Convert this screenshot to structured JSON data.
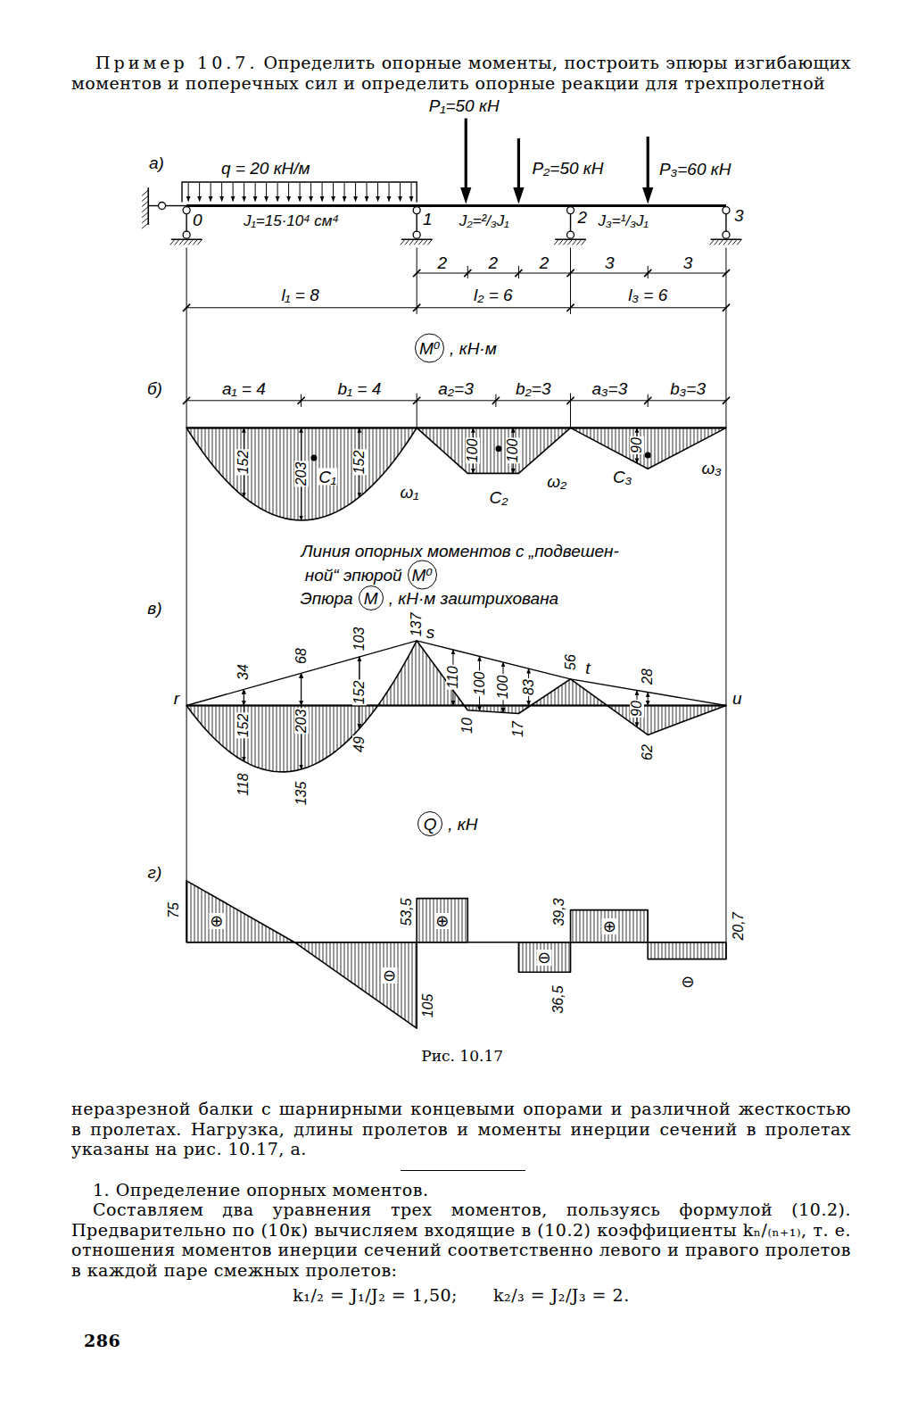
{
  "diagram": {
    "caption": "Рис. 10.17",
    "nodes": [
      {
        "text": [
          "M⁰"
        ]
      },
      {
        "text": [
          "M⁰"
        ]
      },
      {
        "text": [
          "M"
        ]
      },
      {
        "text": [
          "Q"
        ]
      }
    ],
    "labels": [
      "Пример 10.7.",
      "Определить опорные моменты, построить эпюры изгибающих моментов и поперечных сил и определить опорные реакции для трехпролетной",
      "а)",
      "P₁=50 кН",
      "q = 20 кН/м",
      "P₂=50 кН",
      "P₃=60 кН",
      "0",
      "J₁=15·10⁴ см⁴",
      "1",
      "J₂=²/₃J₁",
      "2",
      "J₃=¹/₃J₁",
      "3",
      "2",
      "2",
      "2",
      "3",
      "3",
      "l₁ = 8",
      "l₂ = 6",
      "l₃ = 6",
      ", кН·м",
      "б)",
      "a₁ = 4",
      "b₁ = 4",
      "a₂=3",
      "b₂=3",
      "a₃=3",
      "b₃=3",
      "152",
      "203",
      "C₁",
      "152",
      "ω₁",
      "100",
      "C₂",
      "100",
      "ω₂",
      "90",
      "C₃",
      "ω₃",
      "Линия опорных моментов с „подвешен-",
      "ной“ эпюрой",
      "Эпюра",
      ", кН·м заштрихована",
      "в)",
      "r",
      "137",
      "s",
      "34",
      "68",
      "103",
      "110",
      "83",
      "56",
      "t",
      "28",
      "u",
      "152",
      "203",
      "152",
      "100",
      "100",
      "90",
      "10",
      "17",
      "62",
      "118",
      "135",
      "49",
      ", кН",
      "г)",
      "75",
      "⊕",
      "53,5",
      "⊕",
      "⊖",
      "105",
      "39,3",
      "⊖",
      "⊕",
      "36,5",
      "20,7",
      "⊖",
      "неразрезной балки с шарнирными концевыми опорами и различной жесткостью в пролетах. Нагрузка, длины пролетов и моменты инерции сечений в пролетах указаны на рис. 10.17, а.",
      "1. Определение опорных моментов.",
      "Составляем два уравнения трех моментов, пользуясь формулой (10.2). Предварительно по (10к) вычисляем входящие в (10.2) коэффициенты kₙ/₍ₙ₊₁₎, т. е. отношения моментов инерции сечений соответственно левого и правого пролетов в каждой паре смежных пролетов:",
      "k₁/₂ = J₁/J₂ = 1,50;",
      "k₂/₃ = J₂/J₃ = 2.",
      "286"
    ]
  }
}
